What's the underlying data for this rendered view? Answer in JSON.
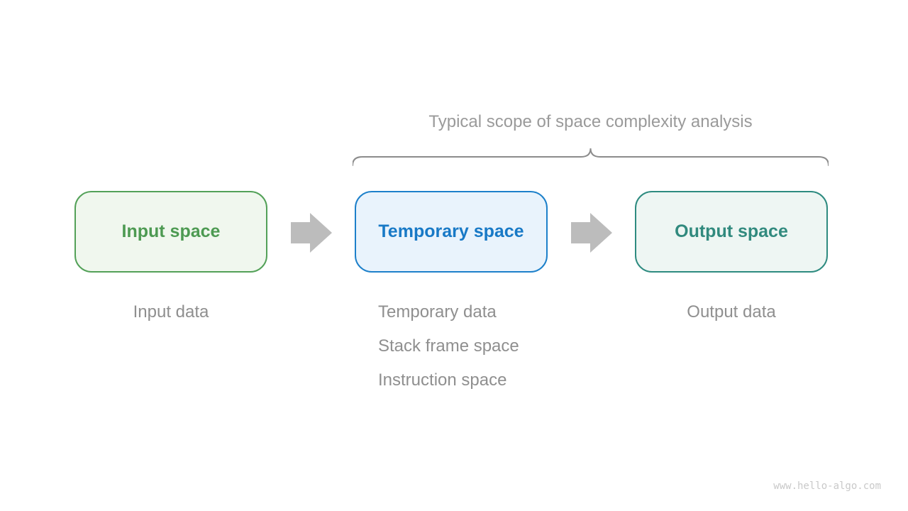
{
  "title": "Typical scope of space complexity analysis",
  "boxes": [
    {
      "label": "Input space",
      "text_color": "#4d9a52",
      "border_color": "#53a158",
      "bg_color": "#f0f7ee"
    },
    {
      "label": "Temporary space",
      "text_color": "#1879c6",
      "border_color": "#1d80ca",
      "bg_color": "#e9f3fc"
    },
    {
      "label": "Output space",
      "text_color": "#318a7e",
      "border_color": "#2e8b80",
      "bg_color": "#eef6f3"
    }
  ],
  "annotations": {
    "input": [
      "Input data"
    ],
    "temporary": [
      "Temporary data",
      "Stack frame space",
      "Instruction space"
    ],
    "output": [
      "Output data"
    ]
  },
  "icons": {
    "arrow": "right-block-arrow",
    "brace": "overbrace"
  },
  "colors": {
    "background": "#ffffff",
    "title_text": "#9a9a9a",
    "annotation_text": "#8f8f8f",
    "arrow": "#bcbcbc",
    "brace": "#8c8c8c",
    "watermark_text": "#c9c9c9"
  },
  "watermark": "www.hello-algo.com"
}
